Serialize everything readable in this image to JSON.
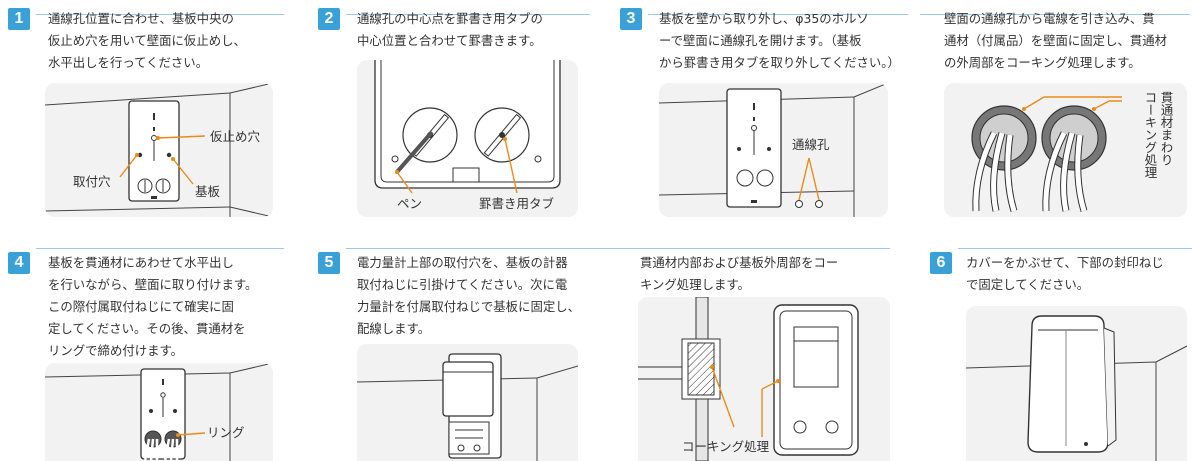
{
  "accent_color": "#3aa0d8",
  "leader_color": "#ea8b1a",
  "steps": [
    {
      "number": "1",
      "lines": [
        "通線孔位置に合わせ、基板中央の",
        "仮止め穴を用いて壁面に仮止めし、",
        "水平出しを行ってください。"
      ],
      "labels": {
        "tack_hole": "仮止め穴",
        "mount_hole": "取付穴",
        "base_plate": "基板"
      }
    },
    {
      "number": "2",
      "lines": [
        "通線孔の中心点を罫書き用タブの",
        "中心位置と合わせて罫書きます。"
      ],
      "labels": {
        "pen": "ペン",
        "marking_tab": "罫書き用タブ"
      }
    },
    {
      "number": "3",
      "lines": [
        "基板を壁から取り外し、φ35のホルソ",
        "ーで壁面に通線孔を開けます。（基板",
        "から罫書き用タブを取り外してください。）"
      ],
      "labels": {
        "wiring_hole": "通線孔"
      }
    },
    {
      "number": "",
      "lines": [
        "壁面の通線孔から電線を引き込み、貫",
        "通材（付属品）を壁面に固定し、貫通材",
        "の外周部をコーキング処理します。"
      ],
      "labels": {
        "caulking_vertical": [
          "貫通材まわり",
          "コーキング処理"
        ]
      }
    },
    {
      "number": "4",
      "lines": [
        "基板を貫通材にあわせて水平出し",
        "を行いながら、壁面に取り付けます。",
        "この際付属取付ねじにて確実に固",
        "定してください。その後、貫通材を",
        "リングで締め付けます。"
      ],
      "labels": {
        "ring": "リング"
      }
    },
    {
      "number": "5",
      "lines": [
        "電力量計上部の取付穴を、基板の計器",
        "取付ねじに引掛けてください。次に電",
        "力量計を付属取付ねじで基板に固定し、",
        "配線します。"
      ],
      "labels": {}
    },
    {
      "number": "",
      "lines": [
        "貫通材内部および基板外周部をコー",
        "キング処理します。"
      ],
      "labels": {
        "caulking": "コーキング処理"
      }
    },
    {
      "number": "6",
      "lines": [
        "カバーをかぶせて、下部の封印ねじ",
        "で固定してください。"
      ],
      "labels": {}
    }
  ]
}
